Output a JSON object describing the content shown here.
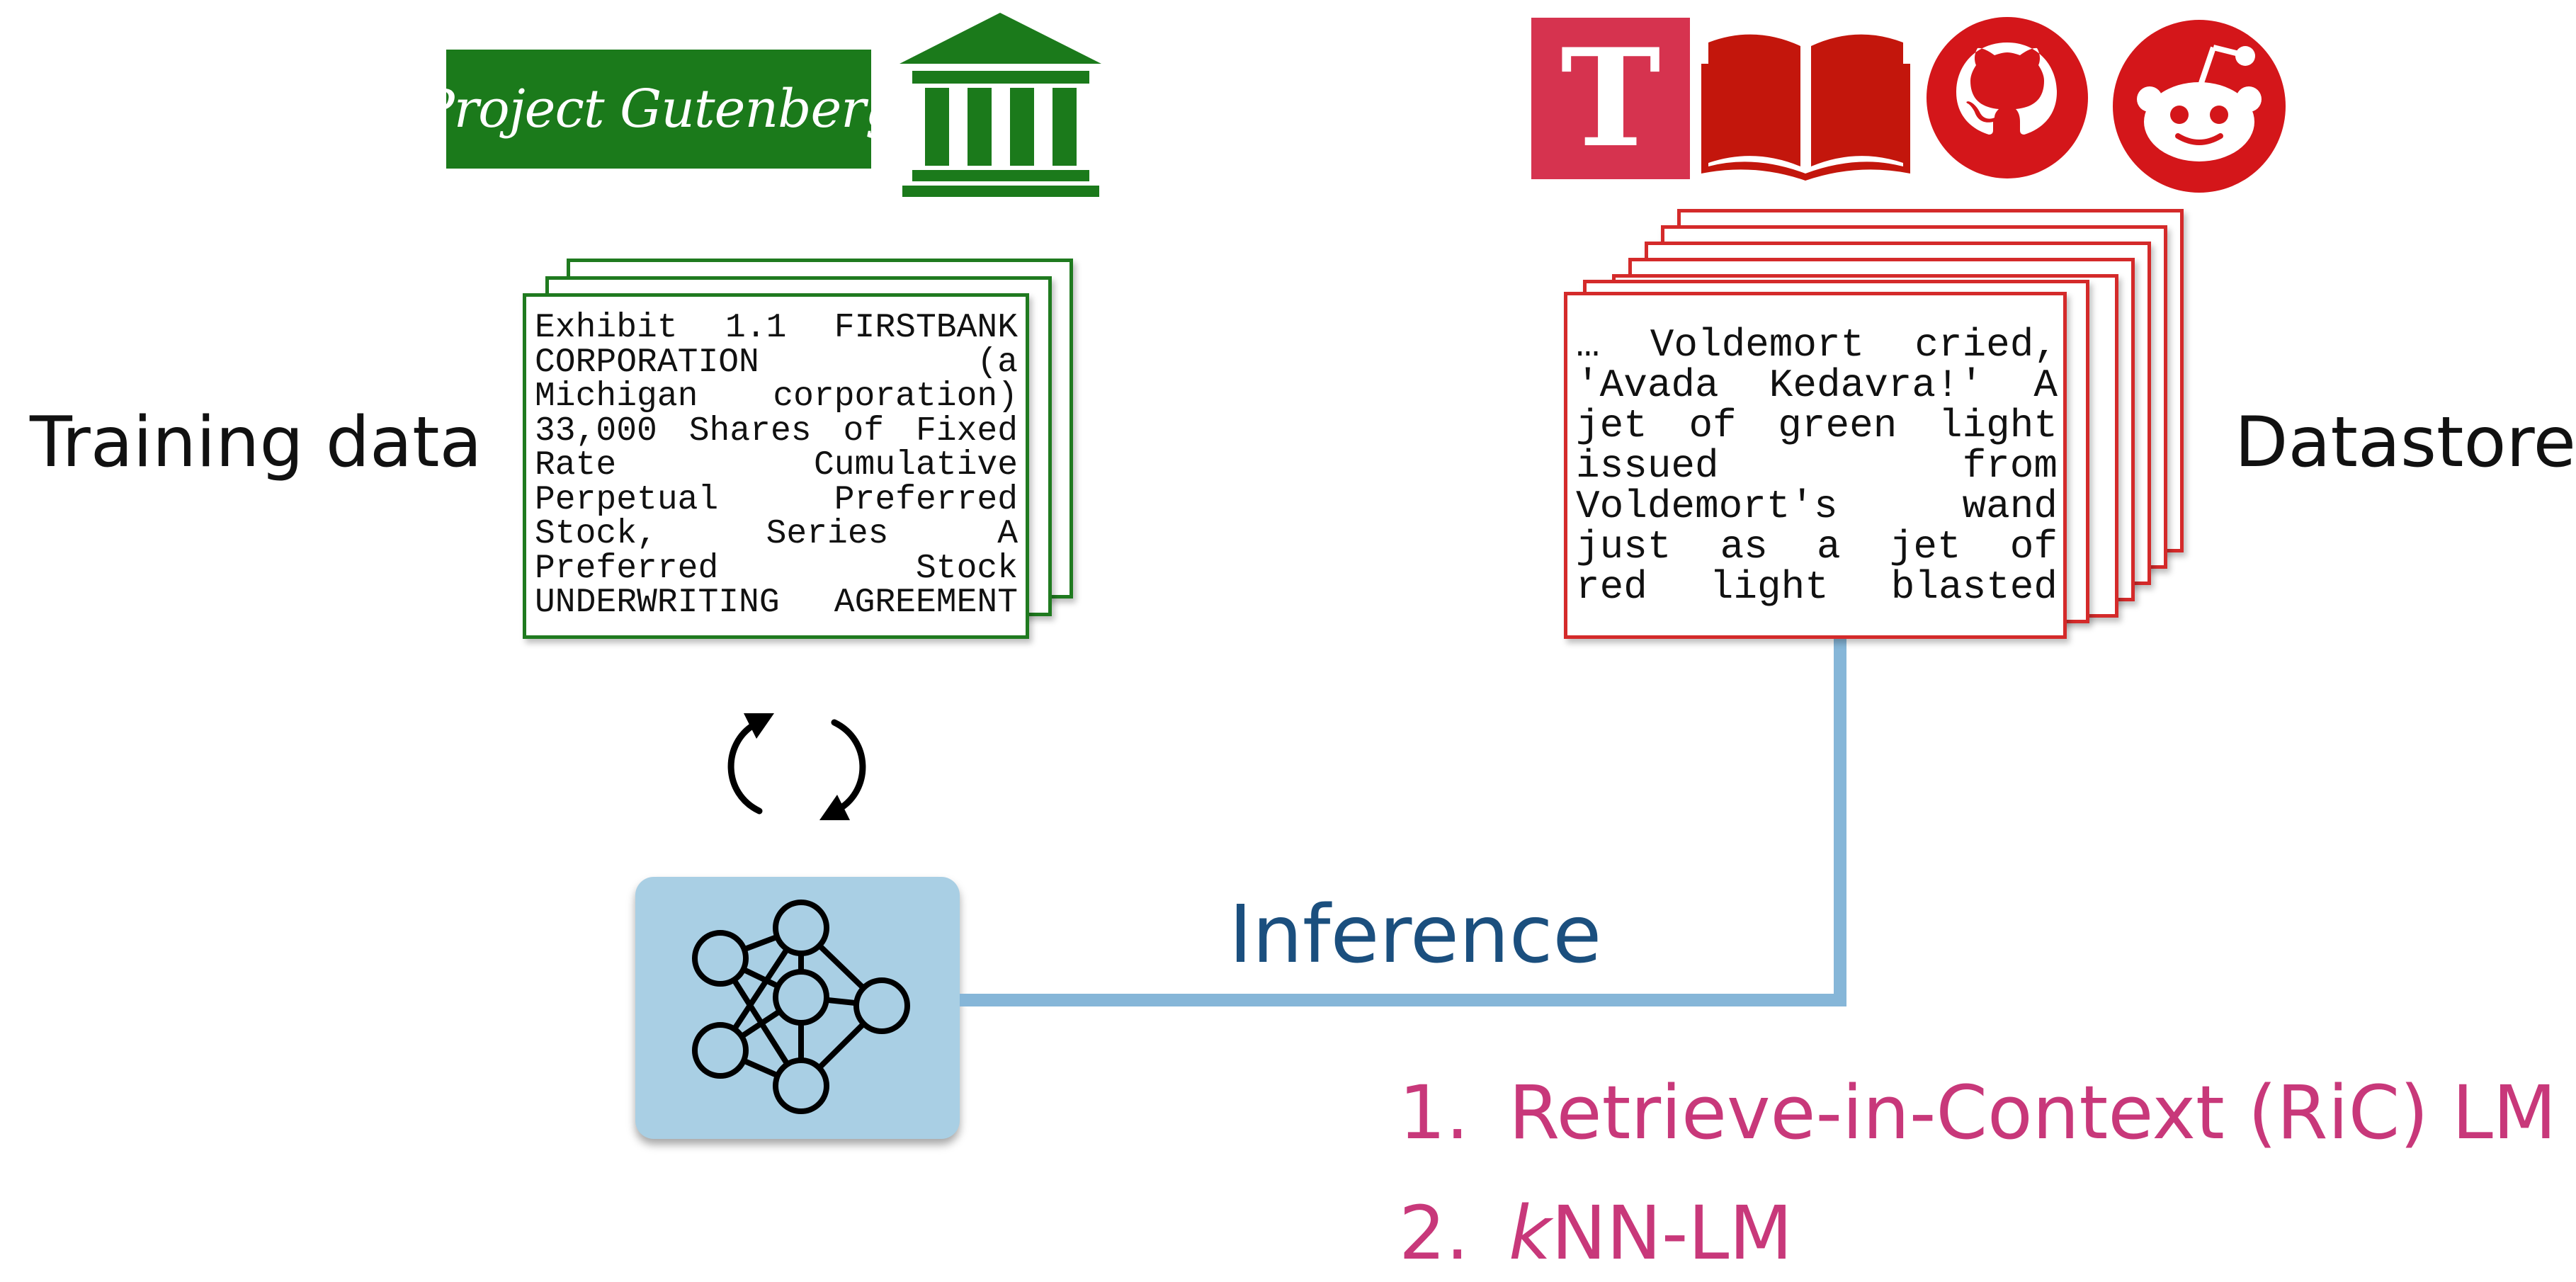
{
  "labels": {
    "training_data": "Training data",
    "datastore": "Datastore",
    "inference": "Inference"
  },
  "logos": {
    "project_gutenberg": "Project Gutenberg",
    "courthouse_icon": "courthouse-icon",
    "nyt_icon": "new-york-times-icon",
    "book_icon": "open-book-icon",
    "github_icon": "github-icon",
    "reddit_icon": "reddit-icon"
  },
  "training_doc": {
    "lines": [
      "Exhibit 1.1 FIRSTBANK",
      "CORPORATION (a",
      "Michigan corporation)",
      "33,000 Shares of Fixed",
      "Rate Cumulative",
      "Perpetual Preferred",
      "Stock, Series A",
      "Preferred Stock",
      "UNDERWRITING AGREEMENT"
    ]
  },
  "datastore_doc": {
    "lines": [
      "… Voldemort cried,",
      "'Avada Kedavra!' A",
      "jet of green light",
      "issued from",
      "Voldemort's wand",
      "just as a jet of",
      "red light blasted"
    ]
  },
  "methods": [
    {
      "num": "1.",
      "text": "Retrieve-in-Context (RiC) LM"
    },
    {
      "num": "2.",
      "italic_prefix": "k",
      "text": "NN-LM"
    }
  ],
  "colors": {
    "green": "#1b7a1b",
    "red": "#d42a2a",
    "model_bg": "#a9cfe4",
    "connector": "#86b6d8",
    "inference_text": "#1b4f7e",
    "method_text": "#c8387a"
  },
  "icons": {
    "model": "neural-network-icon",
    "cycle": "cycle-arrows-icon"
  }
}
